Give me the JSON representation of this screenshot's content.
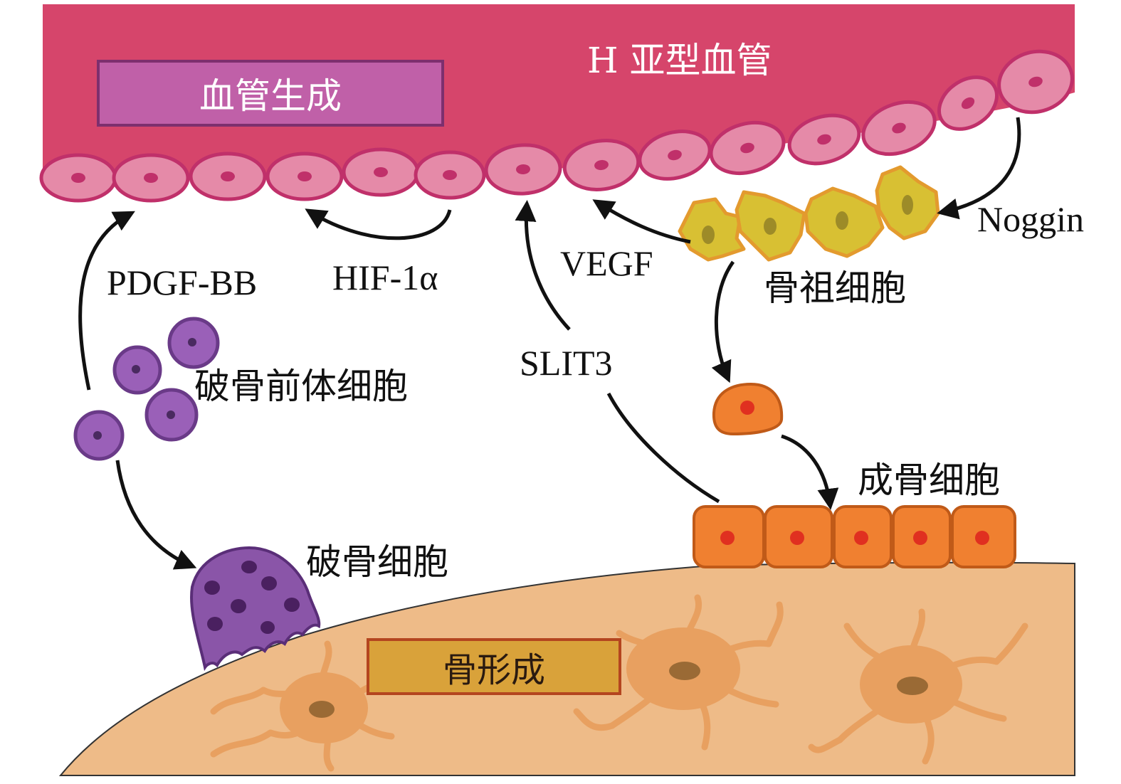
{
  "title": "H 亚型血管",
  "boxes": {
    "angiogenesis": "血管生成",
    "bone_formation": "骨形成"
  },
  "labels": {
    "pdgf": "PDGF-BB",
    "hif": "HIF-1α",
    "vegf": "VEGF",
    "noggin": "Noggin",
    "slit3": "SLIT3",
    "osteoprogenitor": "骨祖细胞",
    "preosteoclast": "破骨前体细胞",
    "osteoclast": "破骨细胞",
    "osteoblast": "成骨细胞"
  },
  "colors": {
    "vessel": "#d6456b",
    "endothelial_cell": "#e58aa8",
    "endothelial_border": "#c0306a",
    "bone": "#eebb88",
    "osteocyte": "#e8a060",
    "progenitor": "#d8c033",
    "osteoblast_cell": "#f08030",
    "preosteoclast_cell": "#9a60b8",
    "osteoclast_cell": "#8a55a8",
    "arrow": "#111111"
  }
}
